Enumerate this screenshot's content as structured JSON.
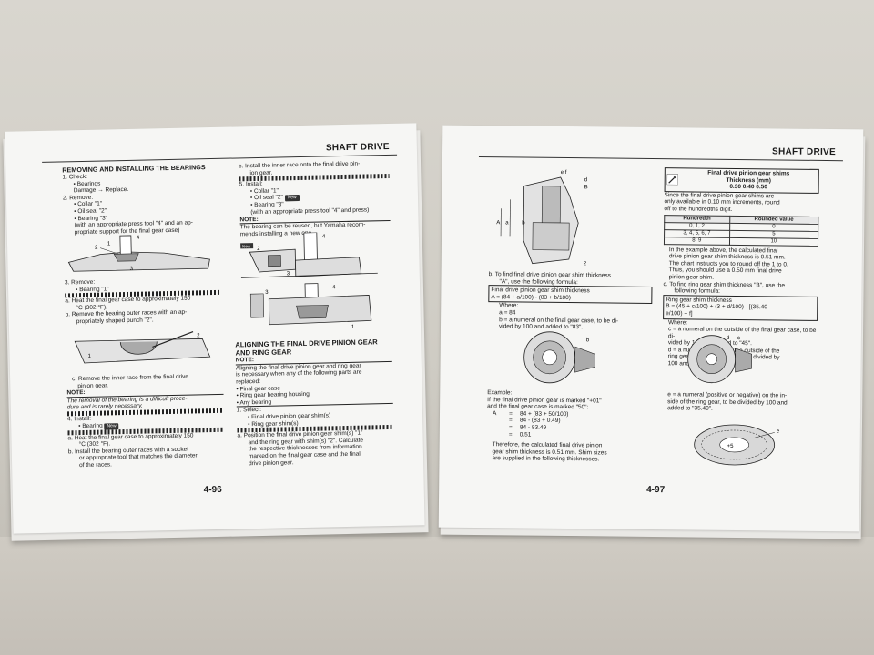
{
  "left": {
    "header": "SHAFT DRIVE",
    "page_number": "4-96",
    "col1": {
      "heading": "REMOVING AND INSTALLING THE BEARINGS",
      "step1": "1.  Check:",
      "check_items": [
        "• Bearings",
        "Damage → Replace."
      ],
      "step2": "2.  Remove:",
      "remove_items": [
        "• Collar \"1\"",
        "• Oil seal \"2\"",
        "• Bearing \"3\"",
        "(with an appropriate press tool \"4\" and an ap-",
        "propriate support for the final gear case)"
      ],
      "step3": "3.  Remove:",
      "step3_item": "• Bearing \"1\"",
      "a": "a.  Heat the final gear case to approximately 150",
      "a2": "°C (302 °F).",
      "b": "b.  Remove the bearing outer races with an ap-",
      "b2": "propriately shaped punch \"2\".",
      "c": "c.  Remove the inner race from the final drive",
      "c2": "pinion gear.",
      "note_label": "NOTE:",
      "note": [
        "The removal of the bearing is a difficult proce-",
        "dure and is rarely necessary."
      ],
      "step4": "4.  Install:",
      "step4_item": "• Bearing",
      "new": "New",
      "a_install": "a.  Heat the final gear case to approximately 150",
      "a_install2": "°C (302 °F).",
      "b_install": "b.  Install the bearing outer races with a socket",
      "b_install2": "or appropriate tool that matches the diameter",
      "b_install3": "of the races."
    },
    "col2": {
      "c": "c.  Install the inner race onto the final drive pin-",
      "c2": "ion gear.",
      "step5": "5.  Install:",
      "items": [
        "• Collar \"1\"",
        "• Oil seal \"2\"",
        "• Bearing \"3\""
      ],
      "press": "(with an appropriate press tool \"4\" and press)",
      "note_label": "NOTE:",
      "note": [
        "The bearing can be reused, but Yamaha recom-",
        "mends installing a new one."
      ],
      "new": "New",
      "heading": "ALIGNING THE FINAL DRIVE PINION GEAR AND RING GEAR",
      "note2_label": "NOTE:",
      "note2": [
        "Aligning the final drive pinion gear and ring gear",
        "is necessary when any of the following parts are",
        "replaced:"
      ],
      "parts": [
        "• Final gear case",
        "• Ring gear bearing housing",
        "• Any bearing"
      ],
      "step1": "1.  Select:",
      "select_items": [
        "• Final drive pinion gear shim(s)",
        "• Ring gear shim(s)"
      ],
      "a": [
        "a.  Position the final drive pinion gear shim(s) \"1\"",
        "and the ring gear with shim(s) \"2\". Calculate",
        "the respective thicknesses from information",
        "marked on the final gear case and the final",
        "drive pinion gear."
      ]
    }
  },
  "right": {
    "header": "SHAFT DRIVE",
    "page_number": "4-97",
    "col1": {
      "b": [
        "b.  To find final drive pinion gear shim thickness",
        "\"A\", use the following formula:"
      ],
      "formula_title": "Final drive pinion gear shim thickness",
      "formula": "A = (84 + a/100) - (83 + b/100)",
      "where": "Where:",
      "where_items": [
        "a = 84",
        "b = a numeral on the final gear case, to be di-",
        "vided by 100 and added to \"83\"."
      ],
      "example": "Example:",
      "example_text": [
        "If the final drive pinion gear is marked \"+01\"",
        "and the final gear case is marked \"50\":"
      ],
      "eq": [
        {
          "lhs": "A",
          "op": "=",
          "rhs": "84 + (83 + 50/100)"
        },
        {
          "lhs": "",
          "op": "=",
          "rhs": "84 - (83 + 0.49)"
        },
        {
          "lhs": "",
          "op": "=",
          "rhs": "84 - 83.49"
        },
        {
          "lhs": "",
          "op": "=",
          "rhs": "0.51"
        }
      ],
      "therefore": [
        "Therefore, the calculated final drive pinion",
        "gear shim thickness is 0.51 mm. Shim sizes",
        "are supplied in the following thicknesses."
      ]
    },
    "col2": {
      "box_title": "Final drive pinion gear shims",
      "box_sub": "Thickness (mm)",
      "box_values": "0.30 0.40 0.50",
      "since": [
        "Since the final drive pinion gear shims are",
        "only available in 0.10 mm increments, round",
        "off to the hundredths digit."
      ],
      "table_headers": [
        "Hundredth",
        "Rounded value"
      ],
      "table_rows": [
        [
          "0, 1, 2",
          "0"
        ],
        [
          "3, 4, 5, 6, 7",
          "5"
        ],
        [
          "8, 9",
          "10"
        ]
      ],
      "example_text": [
        "In the example above, the calculated final",
        "drive pinion gear shim thickness is 0.51 mm.",
        "The chart instructs you to round off the 1 to 0.",
        "Thus, you should use a 0.50 mm final drive",
        "pinion gear shim."
      ],
      "c": [
        "c.  To find ring gear shim thickness \"B\", use the",
        "following formula:"
      ],
      "formula_title": "Ring gear shim thickness",
      "formula": [
        "B = (45 + c/100) + (3 + d/100) - [(35.40 -",
        "e/100) + f]"
      ],
      "where": "Where:",
      "where_items": [
        "c = a numeral on the outside of the final gear case, to be di-",
        "vided by 100 and added to \"45\".",
        "d = a numeral usually on the outside of the",
        "ring gear bearing housing, to be divided by",
        "100 and added to \"3\"."
      ],
      "e_text": [
        "e = a numeral (positive or negative) on the in-",
        "side of the ring gear, to be divided by 100 and",
        "added to \"35.40\"."
      ]
    }
  }
}
